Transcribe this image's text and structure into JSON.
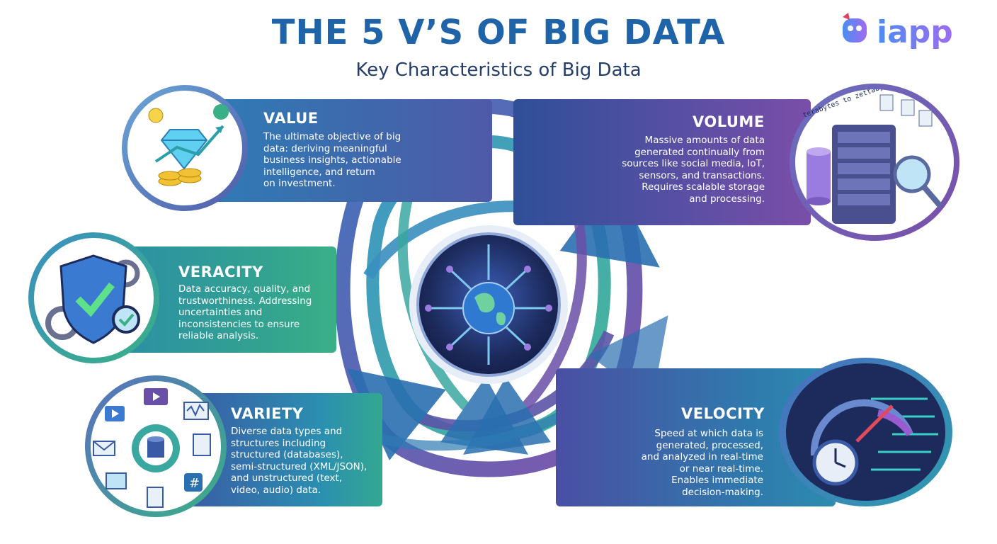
{
  "header": {
    "title": "THE 5 V’S OF BIG DATA",
    "subtitle": "Key Characteristics of Big Data",
    "logo_text": "iapp"
  },
  "items": {
    "value": {
      "heading": "VALUE",
      "lines": [
        "The ultimate objective of big",
        "data: deriving meaningful",
        "business insights, actionable",
        "intelligence, and return",
        "on investment."
      ]
    },
    "volume": {
      "heading": "VOLUME",
      "lines": [
        "Massive amounts of data",
        "generated continually from",
        "sources like social media, IoT,",
        "sensors, and transactions.",
        "Requires scalable storage",
        "and processing."
      ],
      "icon_caption": "terabytes to zettabytes"
    },
    "veracity": {
      "heading": "VERACITY",
      "lines": [
        "Data accuracy, quality, and",
        "trustworthiness. Addressing",
        "uncertainties and",
        "inconsistencies to ensure",
        "reliable analysis."
      ]
    },
    "variety": {
      "heading": "VARIETY",
      "lines": [
        "Diverse data types and",
        "structures including",
        "structured (databases),",
        "semi-structured (XML/JSON),",
        "and unstructured (text,",
        "video, audio) data."
      ]
    },
    "velocity": {
      "heading": "VELOCITY",
      "lines": [
        "Speed at which data is",
        "generated, processed,",
        "and analyzed in real-time",
        "or near real-time.",
        "Enables immediate",
        "decision-making."
      ]
    }
  },
  "colors": {
    "title": "#1f64a8",
    "subtitle": "#253d6b",
    "teal": "#2a9fa9",
    "purple": "#6a4fa8",
    "green": "#3ab086",
    "navy": "#1c2a5c"
  },
  "icons": [
    "gem-icon",
    "coins-icon",
    "growth-chart-icon",
    "lightbulb-icon",
    "server-rack-icon",
    "magnifier-icon",
    "shield-check-icon",
    "gear-icon",
    "database-icon",
    "video-icon",
    "mail-icon",
    "document-icon",
    "speedometer-icon",
    "stopwatch-icon",
    "globe-icon"
  ]
}
